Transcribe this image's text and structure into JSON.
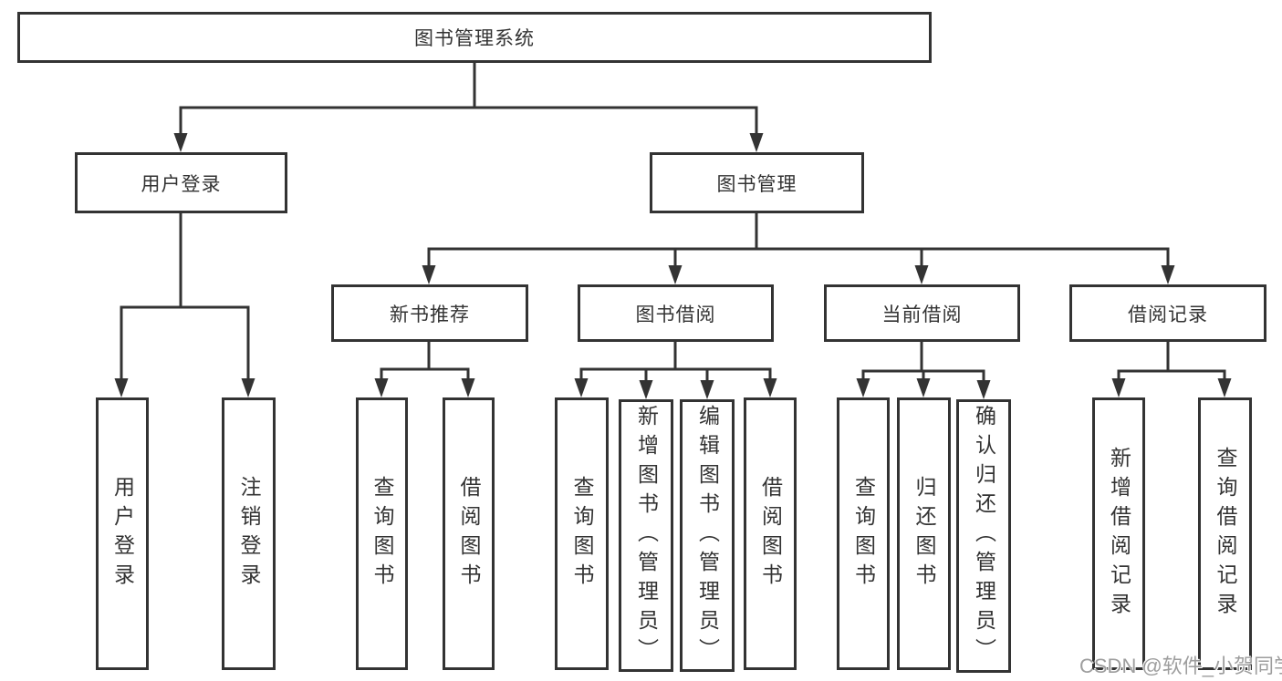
{
  "diagram": {
    "root": {
      "label": "图书管理系统"
    },
    "user_login": {
      "label": "用户登录",
      "children": [
        {
          "label": "用户登录"
        },
        {
          "label": "注销登录"
        }
      ]
    },
    "book_mgmt": {
      "label": "图书管理",
      "children": [
        {
          "label": "新书推荐",
          "children": [
            {
              "label": "查询图书"
            },
            {
              "label": "借阅图书"
            }
          ]
        },
        {
          "label": "图书借阅",
          "children": [
            {
              "label": "查询图书"
            },
            {
              "label": "新增图书（管理员）"
            },
            {
              "label": "编辑图书（管理员）"
            },
            {
              "label": "借阅图书"
            }
          ]
        },
        {
          "label": "当前借阅",
          "children": [
            {
              "label": "查询图书"
            },
            {
              "label": "归还图书"
            },
            {
              "label": "确认归还（管理员）"
            }
          ]
        },
        {
          "label": "借阅记录",
          "children": [
            {
              "label": "新增借阅记录"
            },
            {
              "label": "查询借阅记录"
            }
          ]
        }
      ]
    }
  },
  "watermark": {
    "text": "CSDN @软件_小贺同学"
  },
  "colors": {
    "line": "#333333",
    "text": "#333333",
    "box_fill": "#ffffff",
    "background": "#ffffff",
    "watermark": "#919191"
  }
}
